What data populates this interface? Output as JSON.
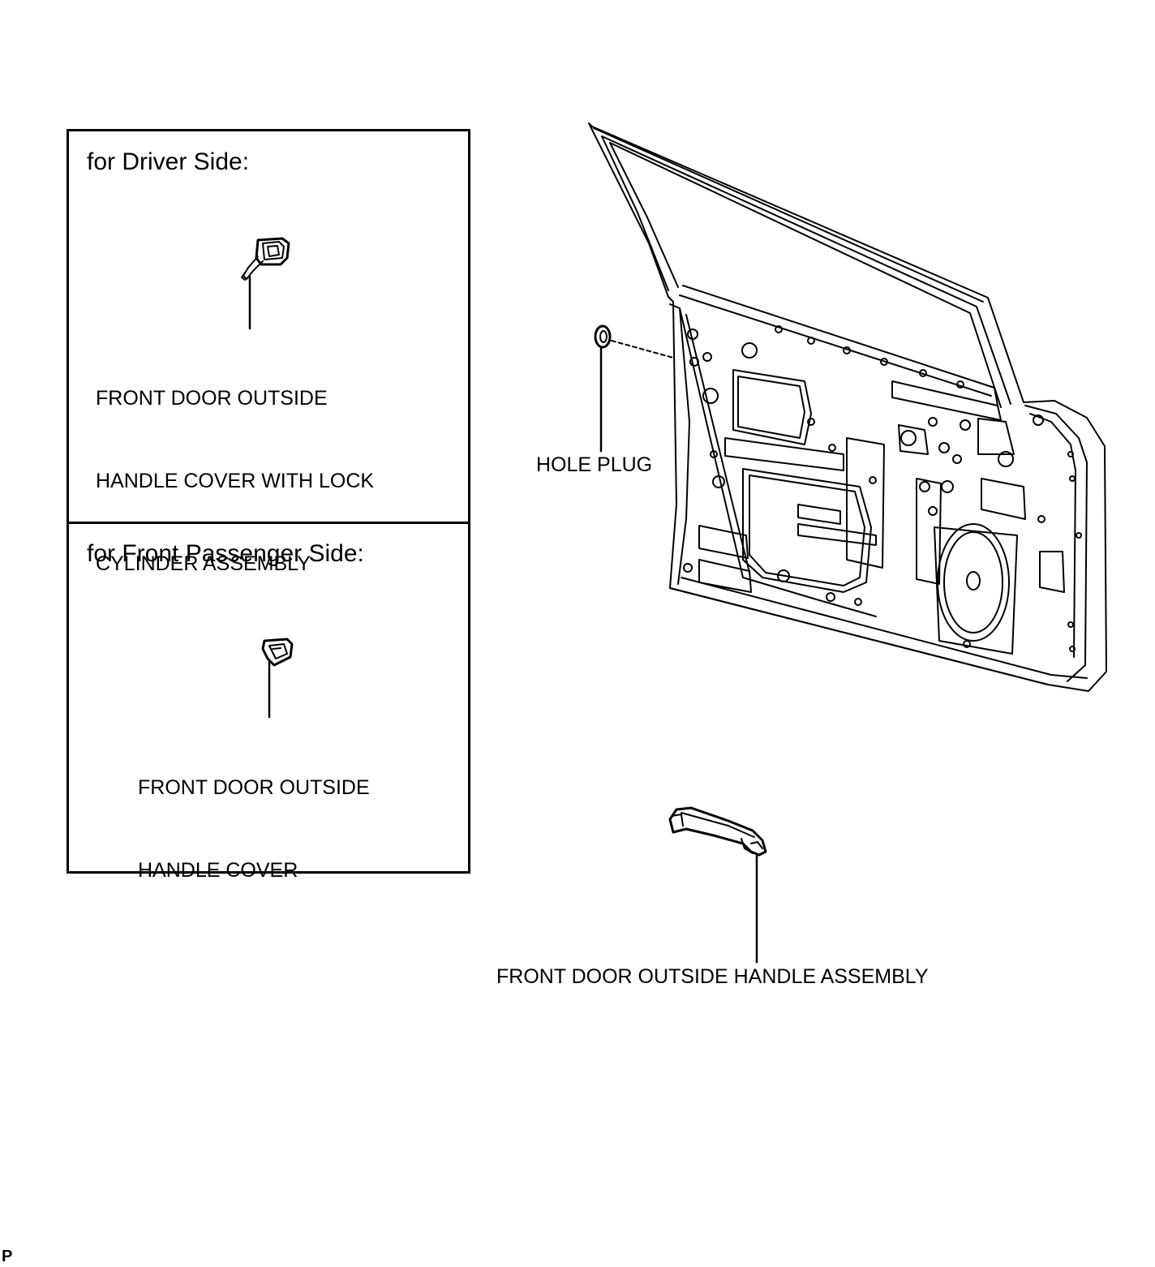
{
  "driver_panel": {
    "heading": "for Driver Side:",
    "part_label_lines": [
      "FRONT DOOR OUTSIDE",
      "HANDLE COVER WITH LOCK",
      "CYLINDER ASSEMBLY"
    ]
  },
  "passenger_panel": {
    "heading": "for Front Passenger Side:",
    "part_label_lines": [
      "FRONT DOOR OUTSIDE",
      "HANDLE COVER"
    ]
  },
  "callouts": {
    "hole_plug": "HOLE PLUG",
    "handle_assembly": "FRONT DOOR OUTSIDE HANDLE ASSEMBLY"
  },
  "footer": {
    "code": "P"
  },
  "colors": {
    "line": "#000000",
    "background": "#ffffff"
  }
}
